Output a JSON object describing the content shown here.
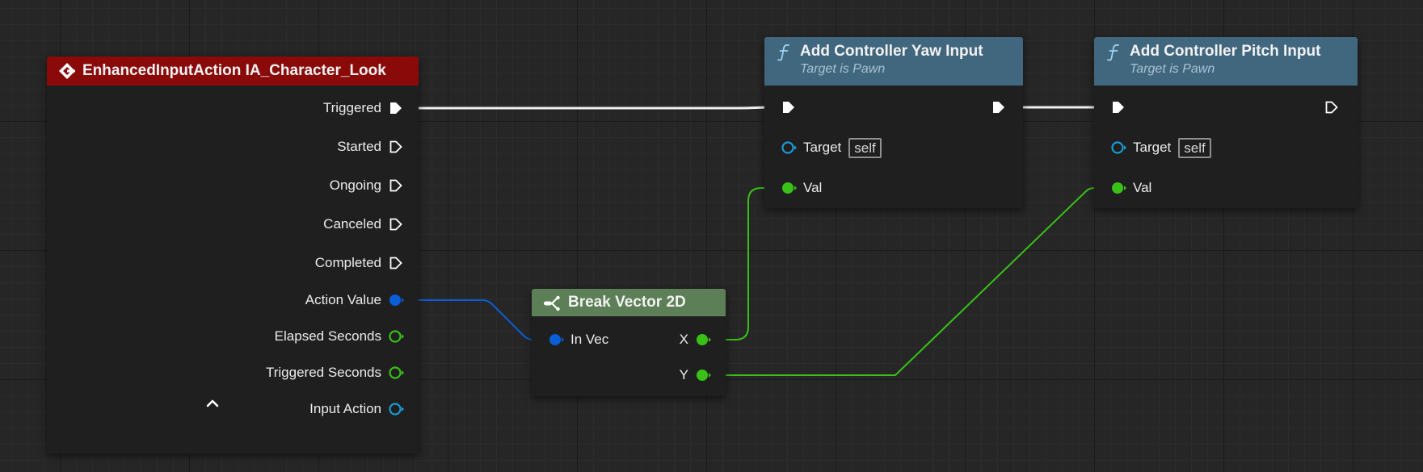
{
  "event_node": {
    "title": "EnhancedInputAction IA_Character_Look",
    "icon": "event-diamond-icon",
    "outputs": [
      {
        "label": "Triggered",
        "type": "exec-filled"
      },
      {
        "label": "Started",
        "type": "exec"
      },
      {
        "label": "Ongoing",
        "type": "exec"
      },
      {
        "label": "Canceled",
        "type": "exec"
      },
      {
        "label": "Completed",
        "type": "exec"
      },
      {
        "label": "Action Value",
        "type": "struct-vector2d"
      },
      {
        "label": "Elapsed Seconds",
        "type": "float"
      },
      {
        "label": "Triggered Seconds",
        "type": "float"
      },
      {
        "label": "Input Action",
        "type": "object"
      }
    ]
  },
  "break_node": {
    "title": "Break Vector 2D",
    "icon": "break-struct-icon",
    "input_label": "In Vec",
    "output_x_label": "X",
    "output_y_label": "Y"
  },
  "yaw_node": {
    "title": "Add Controller Yaw Input",
    "subtitle": "Target is Pawn",
    "icon": "function-icon",
    "target_label": "Target",
    "target_default": "self",
    "val_label": "Val"
  },
  "pitch_node": {
    "title": "Add Controller Pitch Input",
    "subtitle": "Target is Pawn",
    "icon": "function-icon",
    "target_label": "Target",
    "target_default": "self",
    "val_label": "Val"
  },
  "colors": {
    "canvas_background": "#262626",
    "event_header": "#8a0a0a",
    "function_header": "#41677f",
    "break_header": "#5d7f57",
    "exec_wire": "#ffffff",
    "float_pin": "#39c118",
    "vector2d_pin": "#0a5ed6",
    "object_pin": "#1a9ad6"
  }
}
